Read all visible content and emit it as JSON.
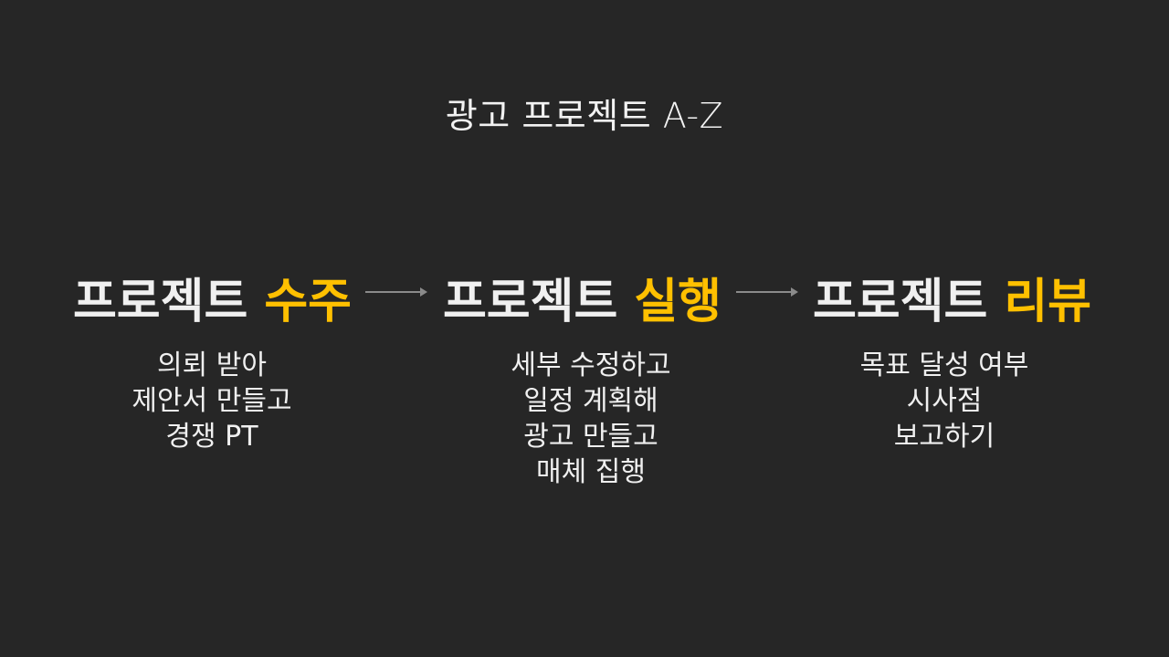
{
  "title": "광고 프로젝트 A-Z",
  "colors": {
    "background": "#262626",
    "text": "#f0f0f0",
    "accent": "#ffc000",
    "arrow": "#8a8a8a"
  },
  "stages": [
    {
      "base": "프로젝트",
      "accent": "수주",
      "lines": [
        "의뢰 받아",
        "제안서 만들고",
        "경쟁 PT"
      ]
    },
    {
      "base": "프로젝트",
      "accent": "실행",
      "lines": [
        "세부 수정하고",
        "일정 계획해",
        "광고 만들고",
        "매체 집행"
      ]
    },
    {
      "base": "프로젝트",
      "accent": "리뷰",
      "lines": [
        "목표 달성 여부",
        "시사점",
        "보고하기"
      ]
    }
  ],
  "connectors": [
    "arrow-right-icon",
    "arrow-right-icon"
  ]
}
